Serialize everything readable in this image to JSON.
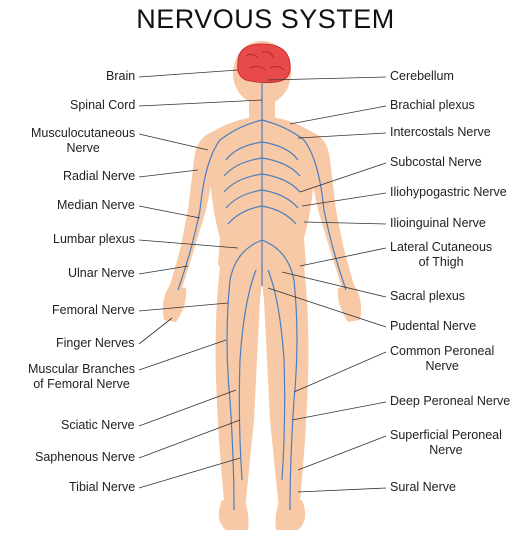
{
  "title": "NERVOUS SYSTEM",
  "colors": {
    "skin": "#f8c9a6",
    "skin_edge": "#e7a886",
    "brain": "#e84a4a",
    "nerve": "#4a7fbf",
    "leader": "#333333"
  },
  "labels_left": [
    {
      "id": "brain",
      "text": "Brain"
    },
    {
      "id": "spinal-cord",
      "text": "Spinal Cord"
    },
    {
      "id": "musculocutaneous",
      "lines": [
        "Musculocutaneous",
        "Nerve"
      ]
    },
    {
      "id": "radial",
      "text": "Radial Nerve"
    },
    {
      "id": "median",
      "text": "Median Nerve"
    },
    {
      "id": "lumbar-plexus",
      "text": "Lumbar plexus"
    },
    {
      "id": "ulnar",
      "text": "Ulnar Nerve"
    },
    {
      "id": "femoral",
      "text": "Femoral Nerve"
    },
    {
      "id": "finger",
      "text": "Finger Nerves"
    },
    {
      "id": "muscular-branches",
      "lines": [
        "Muscular Branches",
        "of Femoral Nerve"
      ]
    },
    {
      "id": "sciatic",
      "text": "Sciatic Nerve"
    },
    {
      "id": "saphenous",
      "text": "Saphenous Nerve"
    },
    {
      "id": "tibial",
      "text": "Tibial Nerve"
    }
  ],
  "labels_right": [
    {
      "id": "cerebellum",
      "text": "Cerebellum"
    },
    {
      "id": "brachial-plexus",
      "text": "Brachial plexus"
    },
    {
      "id": "intercostals",
      "text": "Intercostals Nerve"
    },
    {
      "id": "subcostal",
      "text": "Subcostal Nerve"
    },
    {
      "id": "iliohypogastric",
      "text": "Iliohypogastric Nerve"
    },
    {
      "id": "ilioinguinal",
      "text": "Ilioinguinal Nerve"
    },
    {
      "id": "lateral-cutaneous",
      "lines": [
        "Lateral Cutaneous",
        "of Thigh"
      ]
    },
    {
      "id": "sacral-plexus",
      "text": "Sacral plexus"
    },
    {
      "id": "pudental",
      "text": "Pudental Nerve"
    },
    {
      "id": "common-peroneal",
      "lines": [
        "Common Peroneal",
        "Nerve"
      ]
    },
    {
      "id": "deep-peroneal",
      "text": "Deep Peroneal Nerve"
    },
    {
      "id": "superficial-peroneal",
      "lines": [
        "Superficial Peroneal",
        "Nerve"
      ]
    },
    {
      "id": "sural",
      "text": "Sural Nerve"
    }
  ]
}
